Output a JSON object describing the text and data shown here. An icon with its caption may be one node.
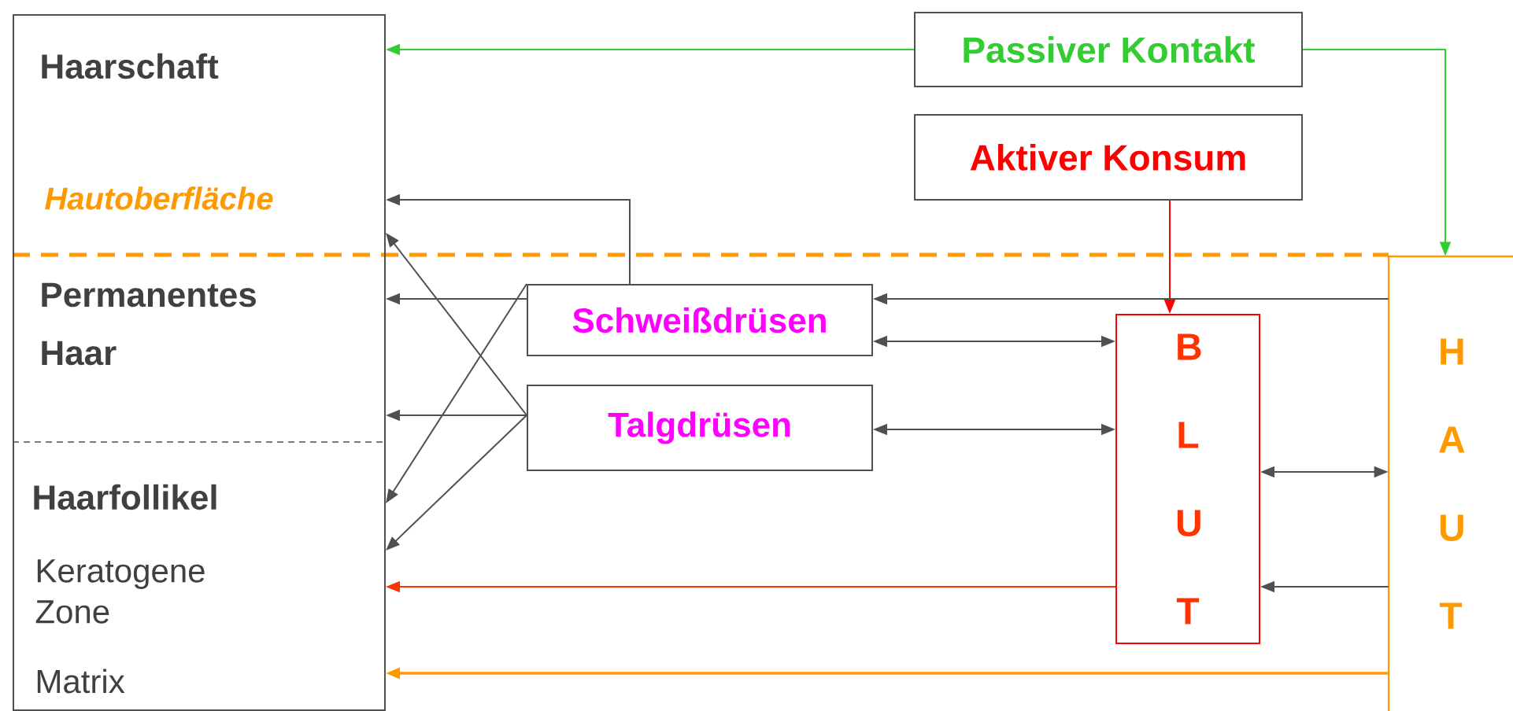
{
  "diagram": {
    "nodes": [
      {
        "text": [
          "Haarschaft",
          "Hautoberfläche",
          "Permanentes Haar",
          "Haarfollikel",
          "Keratogene Zone",
          "Matrix"
        ]
      },
      {
        "text": [
          "Passiver Kontakt"
        ]
      },
      {
        "text": [
          "Aktiver Konsum"
        ]
      },
      {
        "text": [
          "Schweißdrüsen"
        ]
      },
      {
        "text": [
          "Talgdrüsen"
        ]
      },
      {
        "text": [
          "B L U T"
        ]
      },
      {
        "text": [
          "H A U T"
        ]
      }
    ],
    "edges": [
      {
        "from": 1,
        "to": 0,
        "arrow": "to",
        "color": "#33cc33"
      },
      {
        "from": 1,
        "to": 6,
        "arrow": "to",
        "color": "#33cc33"
      },
      {
        "from": 2,
        "to": 5,
        "arrow": "to",
        "color": "#ff0000"
      },
      {
        "from": 3,
        "to": 0,
        "arrow": "to"
      },
      {
        "from": 3,
        "to": 0,
        "arrow": "to"
      },
      {
        "from": 3,
        "to": 0,
        "arrow": "to"
      },
      {
        "from": 4,
        "to": 0,
        "arrow": "to"
      },
      {
        "from": 4,
        "to": 0,
        "arrow": "to"
      },
      {
        "from": 4,
        "to": 0,
        "arrow": "to"
      },
      {
        "from": 6,
        "to": 3,
        "arrow": "to"
      },
      {
        "from": 3,
        "to": 5,
        "arrow": "both"
      },
      {
        "from": 4,
        "to": 5,
        "arrow": "both"
      },
      {
        "from": 5,
        "to": 6,
        "arrow": "both"
      },
      {
        "from": 6,
        "to": 5,
        "arrow": "to"
      },
      {
        "from": 5,
        "to": 0,
        "arrow": "to",
        "color": "#ff3300"
      },
      {
        "from": 6,
        "to": 0,
        "arrow": "to",
        "color": "#ff9900"
      }
    ]
  }
}
